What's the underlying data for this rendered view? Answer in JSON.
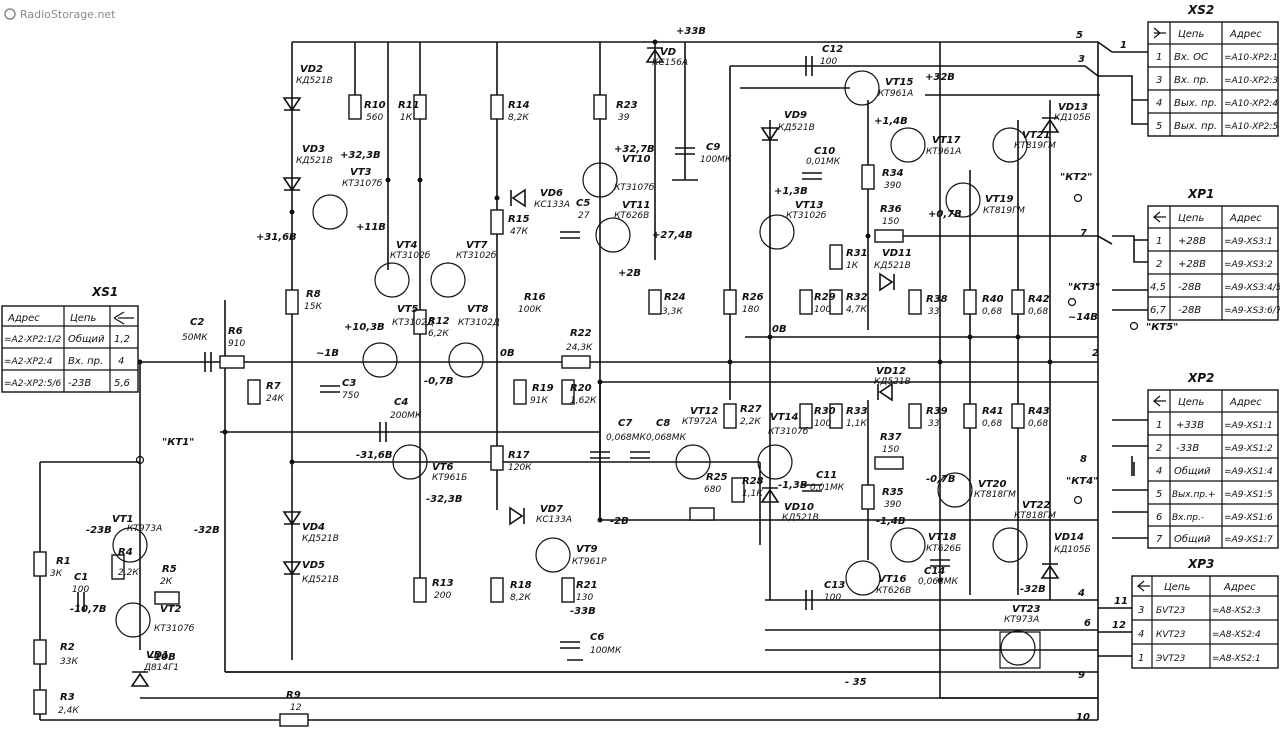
{
  "watermark": "RadioStorage.net",
  "page_number": "- 35",
  "connectors": {
    "xs1": {
      "title": "XS1",
      "headers": [
        "Адрес",
        "Цепь"
      ],
      "rows": [
        {
          "addr": "=A2-XP2:1/2",
          "circuit": "Общий",
          "pin": "1,2"
        },
        {
          "addr": "=A2-XP2:4",
          "circuit": "Вх. пр.",
          "pin": "4"
        },
        {
          "addr": "=A2-XP2:5/6",
          "circuit": "-23В",
          "pin": "5,6"
        }
      ]
    },
    "xs2": {
      "title": "XS2",
      "headers": [
        "Цепь",
        "Адрес"
      ],
      "rows": [
        {
          "pin": "1",
          "circuit": "Вх. ОС",
          "addr": "=A10-XP2:1"
        },
        {
          "pin": "3",
          "circuit": "Вх. пр.",
          "addr": "=A10-XP2:3"
        },
        {
          "pin": "4",
          "circuit": "Вых. пр.",
          "addr": "=A10-XP2:4"
        },
        {
          "pin": "5",
          "circuit": "Вых. пр.",
          "addr": "=A10-XP2:5"
        }
      ]
    },
    "xp1": {
      "title": "XP1",
      "headers": [
        "Цепь",
        "Адрес"
      ],
      "rows": [
        {
          "pin": "1",
          "circuit": "+28В",
          "addr": "=A9-XS3:1"
        },
        {
          "pin": "2",
          "circuit": "+28В",
          "addr": "=A9-XS3:2"
        },
        {
          "pin": "4,5",
          "circuit": "-28В",
          "addr": "=A9-XS3:4/5"
        },
        {
          "pin": "6,7",
          "circuit": "-28В",
          "addr": "=A9-XS3:6/7"
        }
      ]
    },
    "xp2": {
      "title": "XP2",
      "headers": [
        "Цепь",
        "Адрес"
      ],
      "rows": [
        {
          "pin": "1",
          "circuit": "+33В",
          "addr": "=A9-XS1:1"
        },
        {
          "pin": "2",
          "circuit": "-33В",
          "addr": "=A9-XS1:2"
        },
        {
          "pin": "4",
          "circuit": "Общий",
          "addr": "=A9-XS1:4"
        },
        {
          "pin": "5",
          "circuit": "Вых.пр.+",
          "addr": "=A9-XS1:5"
        },
        {
          "pin": "6",
          "circuit": "Вх.пр.-",
          "addr": "=A9-XS1:6"
        },
        {
          "pin": "7",
          "circuit": "Общий",
          "addr": "=A9-XS1:7"
        }
      ]
    },
    "xp3": {
      "title": "XP3",
      "headers": [
        "Цепь",
        "Адрес"
      ],
      "rows": [
        {
          "pin": "3",
          "circuit": "БVT23",
          "addr": "=A8-XS2:3"
        },
        {
          "pin": "4",
          "circuit": "КVT23",
          "addr": "=A8-XS2:4"
        },
        {
          "pin": "1",
          "circuit": "ЭVT23",
          "addr": "=A8-XS2:1"
        }
      ]
    }
  },
  "transistors": [
    {
      "ref": "VT1",
      "type": "КТ973А"
    },
    {
      "ref": "VT2",
      "type": "КТ3107б"
    },
    {
      "ref": "VT3",
      "type": "КТ3107б"
    },
    {
      "ref": "VT4",
      "type": "КТ3102б"
    },
    {
      "ref": "VT5",
      "type": "КТ3102Д"
    },
    {
      "ref": "VT6",
      "type": "КТ961Б"
    },
    {
      "ref": "VT7",
      "type": "КТ3102б"
    },
    {
      "ref": "VT8",
      "type": "КТ3102Д"
    },
    {
      "ref": "VT9",
      "type": "КТ961Р"
    },
    {
      "ref": "VT10",
      "type": "КТ3107б"
    },
    {
      "ref": "VT11",
      "type": "КТ626В"
    },
    {
      "ref": "VT12",
      "type": "КТ972А"
    },
    {
      "ref": "VT13",
      "type": "КТ3102б"
    },
    {
      "ref": "VT14",
      "type": "КТ3107б"
    },
    {
      "ref": "VT15",
      "type": "КТ961А"
    },
    {
      "ref": "VT16",
      "type": "КТ626В"
    },
    {
      "ref": "VT17",
      "type": "КТ961А"
    },
    {
      "ref": "VT18",
      "type": "КТ626Б"
    },
    {
      "ref": "VT19",
      "type": "КТ819ГМ"
    },
    {
      "ref": "VT20",
      "type": "КТ818ГМ"
    },
    {
      "ref": "VT21",
      "type": "КТ819ГМ"
    },
    {
      "ref": "VT22",
      "type": "КТ818ГМ"
    },
    {
      "ref": "VT23",
      "type": "КТ973А"
    }
  ],
  "diodes": [
    {
      "ref": "VD1",
      "type": "Д814Г1"
    },
    {
      "ref": "VD2",
      "type": "КД521В"
    },
    {
      "ref": "VD3",
      "type": "КД521В"
    },
    {
      "ref": "VD4",
      "type": "КД521В"
    },
    {
      "ref": "VD5",
      "type": "КД521В"
    },
    {
      "ref": "VD6",
      "type": "КС133А"
    },
    {
      "ref": "VD7",
      "type": "КС133А"
    },
    {
      "ref": "VD",
      "type": "КС156А"
    },
    {
      "ref": "VD9",
      "type": "КД521В"
    },
    {
      "ref": "VD10",
      "type": "КД521В"
    },
    {
      "ref": "VD11",
      "type": "КД521В"
    },
    {
      "ref": "VD12",
      "type": "КД521В"
    },
    {
      "ref": "VD13",
      "type": "КД105Б"
    },
    {
      "ref": "VD14",
      "type": "КД105Б"
    }
  ],
  "resistors": [
    {
      "ref": "R1",
      "value": "3К"
    },
    {
      "ref": "R2",
      "value": "33К"
    },
    {
      "ref": "R3",
      "value": "2,4К"
    },
    {
      "ref": "R4",
      "value": "2,2К"
    },
    {
      "ref": "R5",
      "value": "2К"
    },
    {
      "ref": "R6",
      "value": "910"
    },
    {
      "ref": "R7",
      "value": "24К"
    },
    {
      "ref": "R8",
      "value": "15К"
    },
    {
      "ref": "R9",
      "value": "12"
    },
    {
      "ref": "R10",
      "value": "560"
    },
    {
      "ref": "R11",
      "value": "1К"
    },
    {
      "ref": "R12",
      "value": "6,2К"
    },
    {
      "ref": "R13",
      "value": "200"
    },
    {
      "ref": "R14",
      "value": "8,2К"
    },
    {
      "ref": "R15",
      "value": "47К"
    },
    {
      "ref": "R16",
      "value": "100К"
    },
    {
      "ref": "R17",
      "value": "120К"
    },
    {
      "ref": "R18",
      "value": "8,2К"
    },
    {
      "ref": "R19",
      "value": "91К"
    },
    {
      "ref": "R20",
      "value": "1,62К"
    },
    {
      "ref": "R21",
      "value": "130"
    },
    {
      "ref": "R22",
      "value": "24,3К"
    },
    {
      "ref": "R23",
      "value": "39"
    },
    {
      "ref": "R24",
      "value": "3,3К"
    },
    {
      "ref": "R25",
      "value": "680"
    },
    {
      "ref": "R26",
      "value": "180"
    },
    {
      "ref": "R27",
      "value": "2,2К"
    },
    {
      "ref": "R28",
      "value": "1,1К"
    },
    {
      "ref": "R29",
      "value": "100"
    },
    {
      "ref": "R30",
      "value": "100"
    },
    {
      "ref": "R31",
      "value": "1К"
    },
    {
      "ref": "R32",
      "value": "4,7К"
    },
    {
      "ref": "R33",
      "value": "1,1К"
    },
    {
      "ref": "R34",
      "value": "390"
    },
    {
      "ref": "R35",
      "value": "390"
    },
    {
      "ref": "R36",
      "value": "150"
    },
    {
      "ref": "R37",
      "value": "150"
    },
    {
      "ref": "R38",
      "value": "33"
    },
    {
      "ref": "R39",
      "value": "33"
    },
    {
      "ref": "R40",
      "value": "0,68"
    },
    {
      "ref": "R41",
      "value": "0,68"
    },
    {
      "ref": "R42",
      "value": "0,68"
    },
    {
      "ref": "R43",
      "value": "0,68"
    }
  ],
  "capacitors": [
    {
      "ref": "C1",
      "value": "100"
    },
    {
      "ref": "C2",
      "value": "50МК"
    },
    {
      "ref": "C3",
      "value": "750"
    },
    {
      "ref": "C4",
      "value": "200МК"
    },
    {
      "ref": "C5",
      "value": "27"
    },
    {
      "ref": "C6",
      "value": "100МК"
    },
    {
      "ref": "C7",
      "value": "0,068МК"
    },
    {
      "ref": "C8",
      "value": "0,068МК"
    },
    {
      "ref": "C9",
      "value": "100МК"
    },
    {
      "ref": "C10",
      "value": "0,01МК"
    },
    {
      "ref": "C11",
      "value": "0,01МК"
    },
    {
      "ref": "C12",
      "value": "100"
    },
    {
      "ref": "C13",
      "value": "100"
    },
    {
      "ref": "C14",
      "value": "0,068МК"
    }
  ],
  "voltages": {
    "v_plus33": "+33В",
    "v_plus32_3": "+32,3В",
    "v_plus32": "+32В",
    "v_plus32_7": "+32,7В",
    "v_plus31_6": "+31,6В",
    "v_plus27_4": "+27,4В",
    "v_plus11": "+11В",
    "v_plus10_3": "+10,3В",
    "v_plus2": "+2В",
    "v_plus1_4": "+1,4В",
    "v_plus1_3": "+1,3В",
    "v_plus0_7": "+0,7В",
    "v_tilde1": "~1В",
    "v_tilde14": "~14В",
    "v_0a": "0В",
    "v_0b": "0В",
    "v_m0_7": "-0,7В",
    "v_m0_7b": "-0,7В",
    "v_m1_3": "-1,3В",
    "v_m1_4": "-1,4В",
    "v_m2": "-2В",
    "v_m10": "-10В",
    "v_m10_7": "-10,7В",
    "v_m23": "-23В",
    "v_m31_6": "-31,6В",
    "v_m32": "-32В",
    "v_m32b": "-32В",
    "v_m32_3": "-32,3В",
    "v_m33": "-33В"
  },
  "test_points": [
    "\"КТ1\"",
    "\"КТ2\"",
    "\"КТ3\"",
    "\"КТ4\"",
    "\"КТ5\""
  ],
  "wire_numbers": [
    "1",
    "2",
    "3",
    "4",
    "5",
    "6",
    "7",
    "8",
    "9",
    "10",
    "11",
    "12"
  ]
}
